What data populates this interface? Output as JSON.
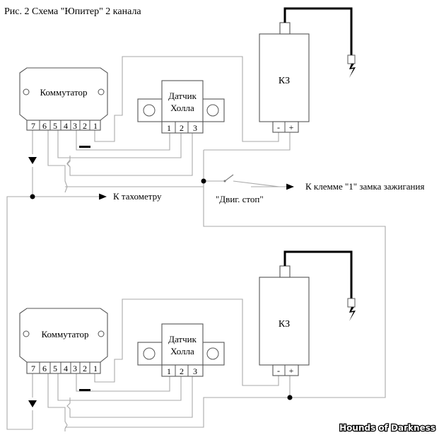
{
  "title": "Рис. 2 Схема \"Юпитер\" 2 канала",
  "channels": [
    {
      "commutator_label": "Коммутатор",
      "commutator_pins": [
        "7",
        "6",
        "5",
        "4",
        "3",
        "2",
        "1"
      ],
      "hall_label_line1": "Датчик",
      "hall_label_line2": "Холла",
      "hall_pins": [
        "1",
        "2",
        "3"
      ],
      "coil_label": "КЗ",
      "coil_minus": "-",
      "coil_plus": "+"
    },
    {
      "commutator_label": "Коммутатор",
      "commutator_pins": [
        "7",
        "6",
        "5",
        "4",
        "3",
        "2",
        "1"
      ],
      "hall_label_line1": "Датчик",
      "hall_label_line2": "Холла",
      "hall_pins": [
        "1",
        "2",
        "3"
      ],
      "coil_label": "КЗ",
      "coil_minus": "-",
      "coil_plus": "+"
    }
  ],
  "labels": {
    "tachometer": "К тахометру",
    "engine_stop": "\"Двиг. стоп\"",
    "ignition": "К клемме \"1\" замка зажигания"
  },
  "watermark": "Hounds of Darkness"
}
